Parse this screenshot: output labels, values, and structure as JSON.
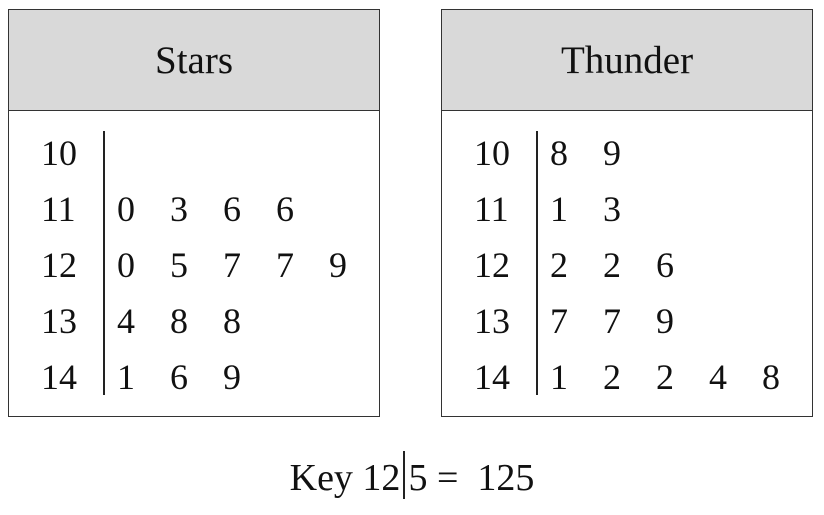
{
  "plots": [
    {
      "title": "Stars",
      "rows": [
        {
          "stem": "10",
          "leaves": []
        },
        {
          "stem": "11",
          "leaves": [
            "0",
            "3",
            "6",
            "6"
          ]
        },
        {
          "stem": "12",
          "leaves": [
            "0",
            "5",
            "7",
            "7",
            "9"
          ]
        },
        {
          "stem": "13",
          "leaves": [
            "4",
            "8",
            "8"
          ]
        },
        {
          "stem": "14",
          "leaves": [
            "1",
            "6",
            "9"
          ]
        }
      ]
    },
    {
      "title": "Thunder",
      "rows": [
        {
          "stem": "10",
          "leaves": [
            "8",
            "9"
          ]
        },
        {
          "stem": "11",
          "leaves": [
            "1",
            "3"
          ]
        },
        {
          "stem": "12",
          "leaves": [
            "2",
            "2",
            "6"
          ]
        },
        {
          "stem": "13",
          "leaves": [
            "7",
            "7",
            "9"
          ]
        },
        {
          "stem": "14",
          "leaves": [
            "1",
            "2",
            "2",
            "4",
            "8"
          ]
        }
      ]
    }
  ],
  "key": {
    "prefix": "Key 12",
    "leaf": "5",
    "suffix": " =  125"
  }
}
